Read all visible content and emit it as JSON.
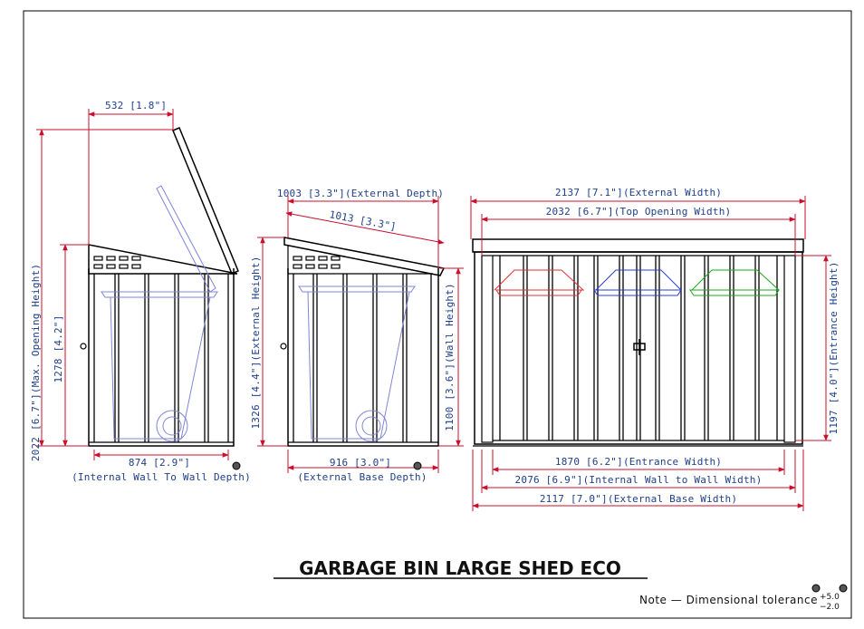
{
  "title": "GARBAGE BIN LARGE SHED ECO",
  "note": "Note  —  Dimensional  tolerance",
  "tolerance": {
    "plus": "+5.0",
    "minus": "−2.0"
  },
  "colors": {
    "line": "#000000",
    "dimension": "#c8102e",
    "label": "#1d3f8a",
    "bin_red": "#e03030",
    "bin_blue": "#2a3fd0",
    "bin_green": "#1aa81a",
    "bin_side": "#7f85d6"
  },
  "side_view": {
    "dims": {
      "lid_overhang": "532  [1.8\"]",
      "max_opening_height": "2022  [6.7\"](Max.  Opening  Height)",
      "height": "1278  [4.2\"]",
      "internal_depth": "874  [2.9\"]",
      "internal_depth_note": "(Internal  Wall  To  Wall  Depth)"
    }
  },
  "middle_view": {
    "dims": {
      "external_depth": "1003  [3.3\"](External  Depth)",
      "roof_length": "1013  [3.3\"]",
      "external_height": "1326  [4.4\"](External  Height)",
      "wall_height": "1100  [3.6\"](Wall  Height)",
      "base_depth": "916  [3.0\"]",
      "base_depth_note": "(External  Base  Depth)"
    }
  },
  "front_view": {
    "dims": {
      "external_width": "2137  [7.1\"](External  Width)",
      "top_opening_width": "2032  [6.7\"](Top  Opening  Width)",
      "entrance_height": "1197  [4.0\"](Entrance  Height)",
      "entrance_width": "1870  [6.2\"](Entrance  Width)",
      "internal_width": "2076  [6.9\"](Internal  Wall  to  Wall  Width)",
      "external_base_width": "2117  [7.0\"](External  Base  Width)"
    }
  }
}
